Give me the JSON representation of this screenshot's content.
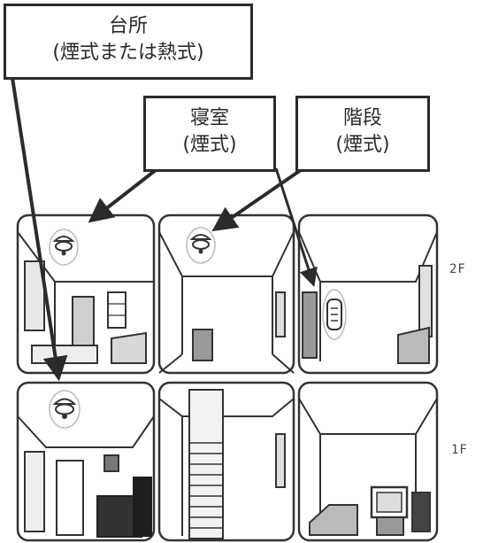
{
  "labels": {
    "kitchen": {
      "line1": "台所",
      "line2": "(煙式または熱式)"
    },
    "bedroom": {
      "line1": "寝室",
      "line2": "(煙式)"
    },
    "stairs": {
      "line1": "階段",
      "line2": "(煙式)"
    }
  },
  "floors": {
    "upper": "2F",
    "lower": "1F"
  }
}
